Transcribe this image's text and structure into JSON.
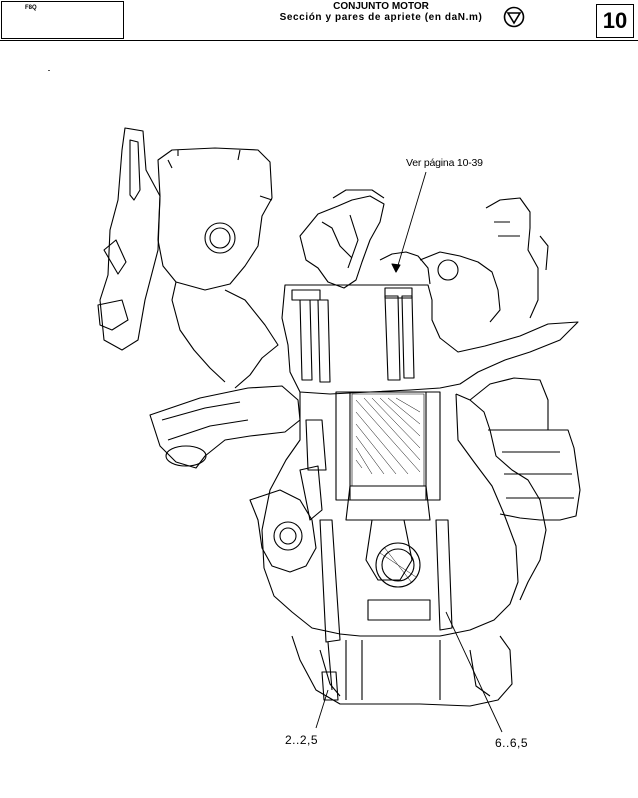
{
  "header": {
    "code": "F8Q",
    "title": "CONJUNTO MOTOR",
    "subtitle": "Sección y pares de apriete (en daN.m)",
    "section_number": "10",
    "symbol_icon": "torque-wrench-icon"
  },
  "figure": {
    "callouts": {
      "see_page": "Ver página 10-39",
      "torque_small": "2..2,5",
      "torque_large": "6..6,5"
    }
  }
}
